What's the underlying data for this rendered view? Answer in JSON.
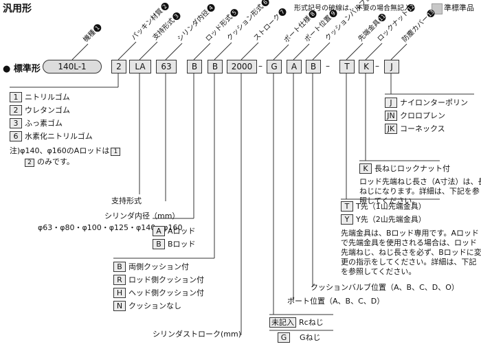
{
  "page_title": "汎用形",
  "legend_note": "形式記号の破線は、不要の場合無記入。",
  "legend_std": "準標準品",
  "row_label": "標準形",
  "model": "140L-1",
  "codes": [
    "2",
    "LA",
    "63",
    "B",
    "B",
    "2000",
    "G",
    "A",
    "B",
    "T",
    "K",
    "J"
  ],
  "dash": "–",
  "labels": [
    {
      "text": "機種",
      "n": "1"
    },
    {
      "text": "パッキン材質",
      "n": "2"
    },
    {
      "text": "支持形式",
      "n": "3"
    },
    {
      "text": "シリンダ内径",
      "n": "4"
    },
    {
      "text": "ロッド形式",
      "n": "5"
    },
    {
      "text": "クッション形式",
      "n": "6"
    },
    {
      "text": "ストローク",
      "n": "7"
    },
    {
      "text": "ポート仕様",
      "n": "8"
    },
    {
      "text": "ポート位置",
      "n": "9"
    },
    {
      "text": "クッションバルブ位置",
      "n": "10"
    },
    {
      "text": "先端金具",
      "n": "11"
    },
    {
      "text": "ロックナット",
      "n": "12"
    },
    {
      "text": "防塵カバー",
      "n": "13"
    }
  ],
  "packing": [
    {
      "code": "1",
      "text": "ニトリルゴム"
    },
    {
      "code": "2",
      "text": "ウレタンゴム"
    },
    {
      "code": "3",
      "text": "ふっ素ゴム"
    },
    {
      "code": "6",
      "text": "水素化ニトリルゴム"
    }
  ],
  "packing_note_1": "注)φ140、φ160のAロッドは",
  "packing_note_code1": "1",
  "packing_note_code2": "2",
  "packing_note_2": "のみです。",
  "support_label": "支持形式",
  "bore_label": "シリンダ内径（mm）",
  "bore_values": "φ63・φ80・φ100・φ125・φ140・φ160",
  "rod": [
    {
      "code": "A",
      "text": "Aロッド"
    },
    {
      "code": "B",
      "text": "Bロッド"
    }
  ],
  "cushion": [
    {
      "code": "B",
      "text": "両側クッション付"
    },
    {
      "code": "R",
      "text": "ロッド側クッション付"
    },
    {
      "code": "H",
      "text": "ヘッド側クッション付"
    },
    {
      "code": "N",
      "text": "クッションなし"
    }
  ],
  "stroke_label": "シリンダストローク(mm)",
  "port_spec": [
    {
      "code": "未記入",
      "text": "Rcねじ"
    },
    {
      "code": "G",
      "text": "Gねじ"
    }
  ],
  "port_pos_label": "ポート位置（A、B、C、D）",
  "valve_pos_label": "クッションバルブ位置（A、B、C、D、O）",
  "tip": [
    {
      "code": "T",
      "text": "T先（1山先端金具）"
    },
    {
      "code": "Y",
      "text": "Y先（2山先端金具）"
    }
  ],
  "tip_note": [
    "先端金具は、Bロッド専用です。Aロッド",
    "で先端金具を使用される場合は、ロッド",
    "先端ねじ、ねじ長さを必ず、Bロッドに変",
    "更の指示をしてください。詳細は、下記",
    "を参照してください。"
  ],
  "locknut": {
    "code": "K",
    "text": "長ねじロックナット付"
  },
  "locknut_note": [
    "ロッド先端ねじ長さ（A寸法）は、長",
    "ねじになります。詳細は、下記を参",
    "照してください。"
  ],
  "cover": [
    {
      "code": "J",
      "text": "ナイロンターポリン"
    },
    {
      "code": "JN",
      "text": "クロロプレン"
    },
    {
      "code": "JK",
      "text": "コーネックス"
    }
  ]
}
